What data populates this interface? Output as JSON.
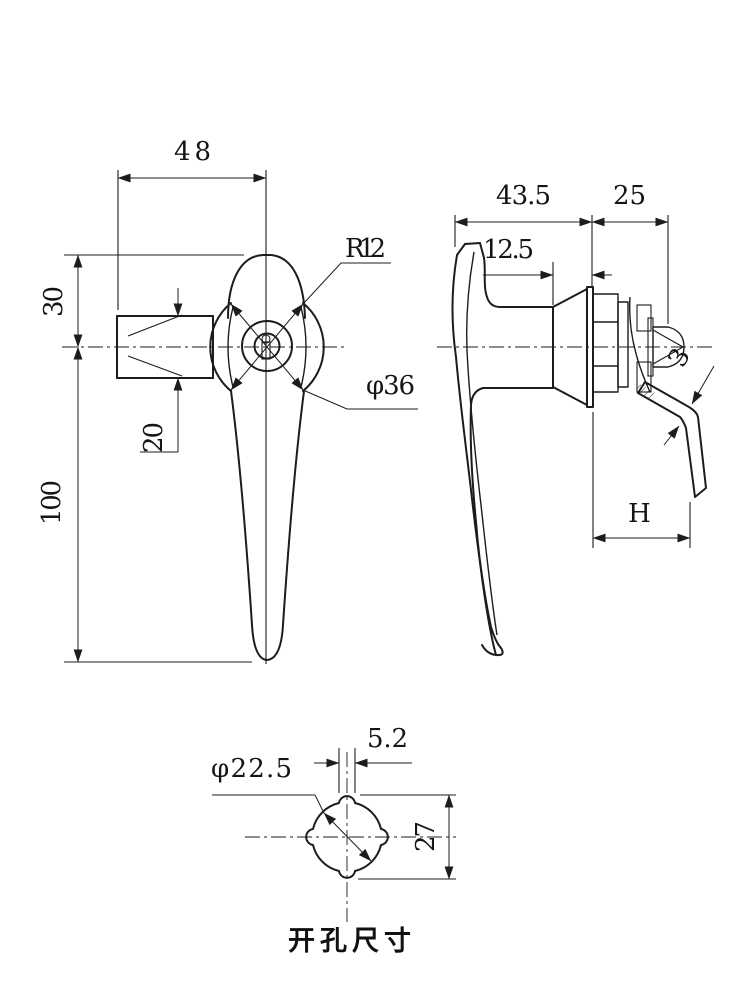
{
  "drawing": {
    "kind": "engineering-drawing",
    "part": "L-handle cam lock",
    "views": {
      "front": {
        "dim_handle_width": "48",
        "dim_center_to_top": "30",
        "dim_spindle_height": "20",
        "dim_handle_length": "100",
        "label_wing_radius": "R12",
        "label_boss_diameter": "φ36"
      },
      "side": {
        "dim_total_depth": "43.5",
        "dim_stud_length": "25",
        "dim_bezel_depth": "12.5",
        "dim_cam_thickness": "3",
        "dim_panel_range": "H"
      },
      "cutout": {
        "dim_notch_width": "5.2",
        "dim_hole_diameter": "φ22.5",
        "dim_cutout_height": "27",
        "caption": "开孔尺寸"
      }
    },
    "colors": {
      "line": "#1c1c1c",
      "cutout_fill": "#d6d6d6",
      "background": "#ffffff"
    }
  }
}
